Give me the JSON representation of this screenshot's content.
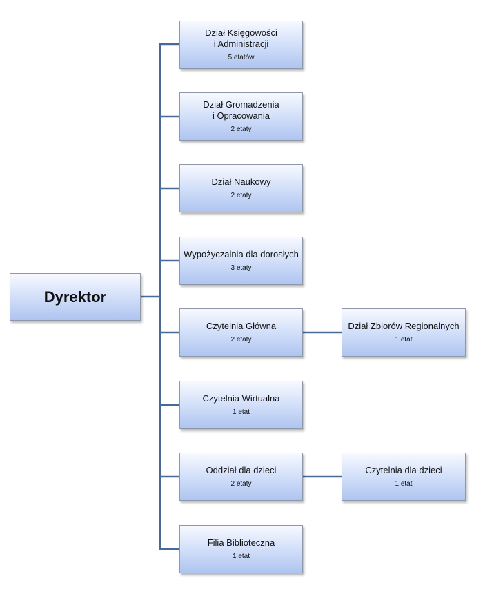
{
  "colors": {
    "connector": "#4a6a96",
    "box_border": "#8e98a8",
    "box_top": "#f7f9fe",
    "box_bottom": "#aec4f0"
  },
  "director": {
    "name": "Dyrektor"
  },
  "departments": [
    {
      "name": "Dział Księgowości\ni Administracji",
      "staff": "5 etatów"
    },
    {
      "name": "Dział Gromadzenia\ni Opracowania",
      "staff": "2 etaty"
    },
    {
      "name": "Dział Naukowy",
      "staff": "2 etaty"
    },
    {
      "name": "Wypożyczalnia dla dorosłych",
      "staff": "3 etaty"
    },
    {
      "name": "Czytelnia Główna",
      "staff": "2 etaty"
    },
    {
      "name": "Czytelnia Wirtualna",
      "staff": "1 etat"
    },
    {
      "name": "Oddział dla dzieci",
      "staff": "2 etaty"
    },
    {
      "name": "Filia Biblioteczna",
      "staff": "1 etat"
    }
  ],
  "subunits": [
    {
      "parent": 4,
      "name": "Dział Zbiorów Regionalnych",
      "staff": "1 etat"
    },
    {
      "parent": 6,
      "name": "Czytelnia dla dzieci",
      "staff": "1 etat"
    }
  ]
}
